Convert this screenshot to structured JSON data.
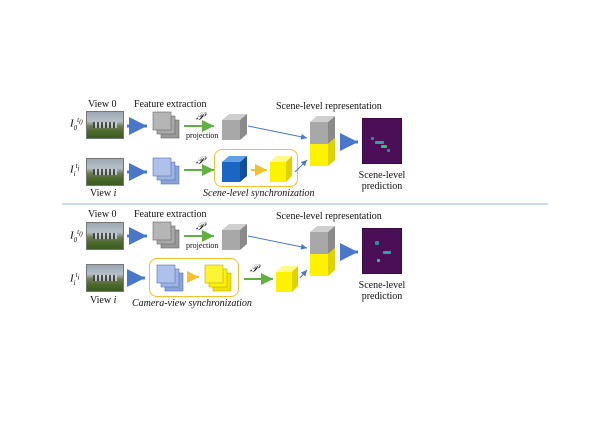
{
  "top": {
    "view0_label": "View 0",
    "feature_extraction_label": "Feature extraction",
    "scene_repr_label": "Scene-level representation",
    "P_symbol": "𝒫",
    "projection_label": "projection",
    "viewi_label": "View ",
    "viewi_italic": "i",
    "sync_label": "Scene-level synchronization",
    "prediction_line1": "Scene-level",
    "prediction_line2": "prediction"
  },
  "bottom": {
    "view0_label": "View 0",
    "feature_extraction_label": "Feature extraction",
    "scene_repr_label": "Scene-level representation",
    "P_symbol": "𝒫",
    "projection_label": "projection",
    "viewi_label": "View ",
    "viewi_italic": "i",
    "sync_label": "Camera-view synchronization",
    "prediction_line1": "Scene-level",
    "prediction_line2": "prediction"
  },
  "math": {
    "I": "I",
    "sub0": "0",
    "sup0": "t",
    "sup0sub": "0",
    "subi": "i",
    "supi": "t",
    "supisub": "i"
  },
  "colors": {
    "gray": "#a3a3a3",
    "lightblue": "#9db3e4",
    "blue": "#1d6fd0",
    "yellow": "#fff200",
    "green_arrow": "#62b043",
    "orange_arrow": "#f2c12e",
    "blue_arrow": "#4a78c8",
    "divider": "#9ab7dc"
  }
}
